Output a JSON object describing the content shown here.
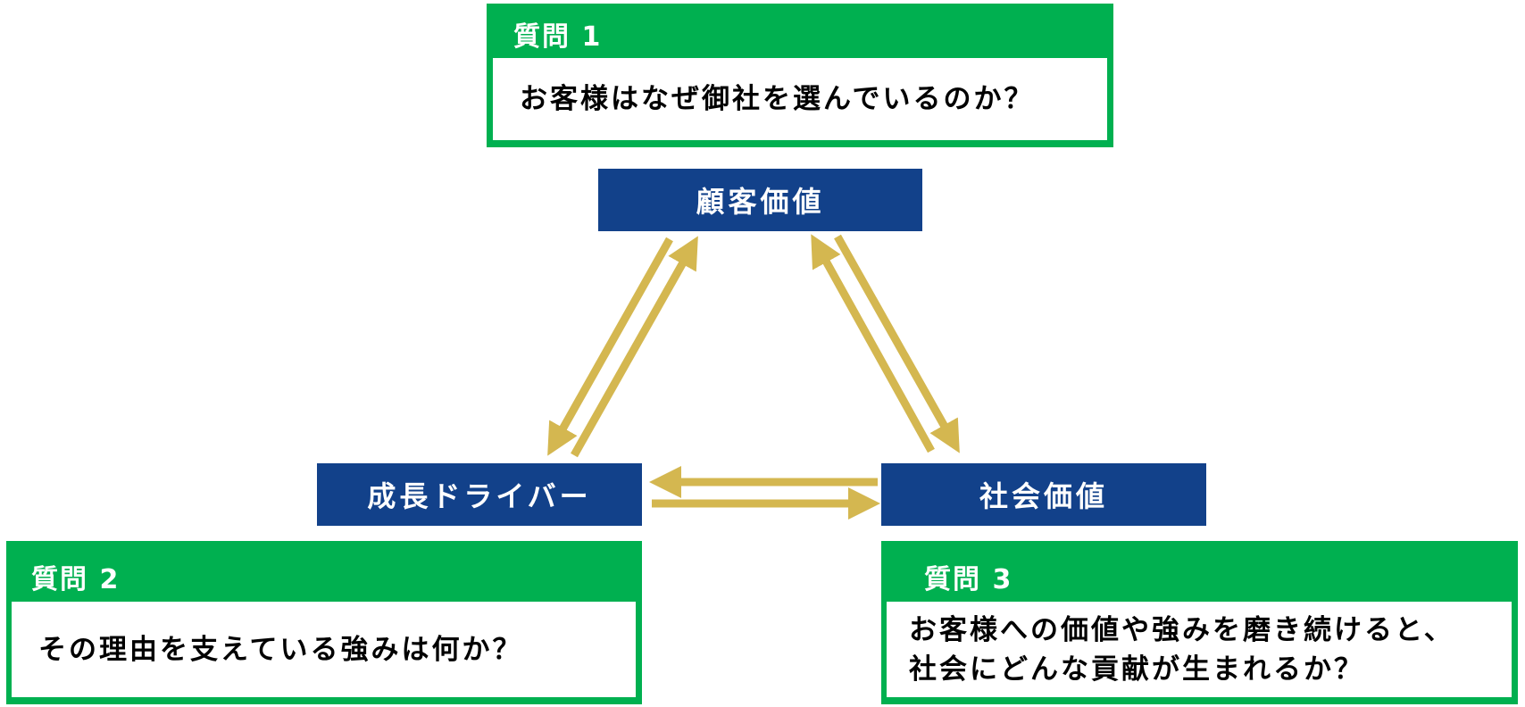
{
  "colors": {
    "green": "#00b050",
    "navy": "#12418a",
    "arrow": "#d4b750"
  },
  "questions": [
    {
      "label": "質問 1",
      "text": "お客様はなぜ御社を選んでいるのか？"
    },
    {
      "label": "質問 2",
      "text": "その理由を支えている強みは何か？"
    },
    {
      "label": "質問 3",
      "text_line1": "お客様への価値や強みを磨き続けると、",
      "text_line2": "社会にどんな貢献が生まれるか？"
    }
  ],
  "nodes": {
    "customer_value": "顧客価値",
    "growth_driver": "成長ドライバー",
    "social_value": "社会価値"
  }
}
